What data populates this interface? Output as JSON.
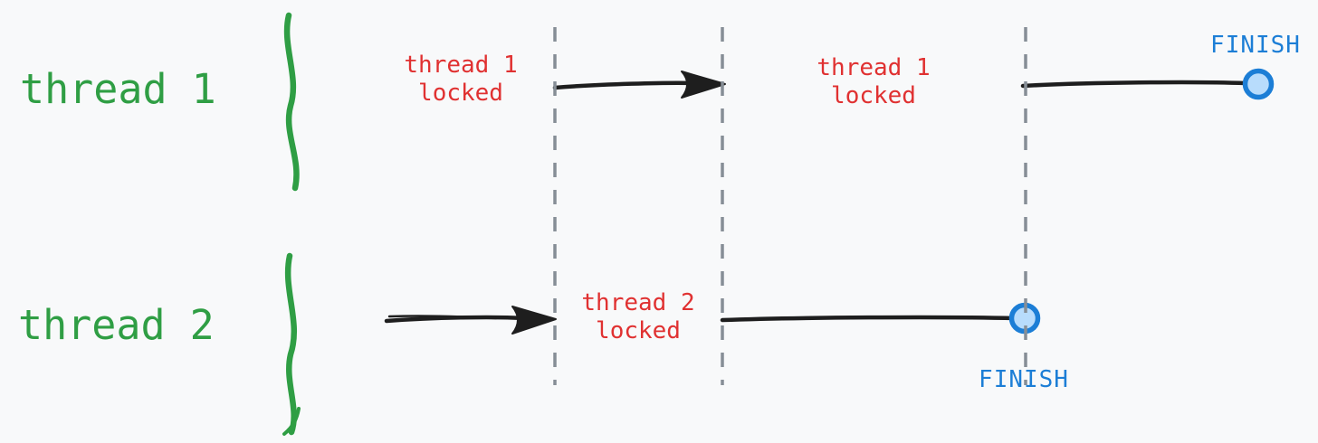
{
  "colors": {
    "background": "#f8f9fa",
    "thread_label_green": "#2f9e44",
    "locked_label_red": "#e03131",
    "finish_blue": "#1c7ed6",
    "finish_marker_fill": "#b8dcfc",
    "timeline_black": "#1e1e1e",
    "divider_gray": "#868e96"
  },
  "threads": [
    {
      "name": "thread 1",
      "locked_labels": [
        "thread 1\nlocked",
        "thread 1\nlocked"
      ],
      "finish_label": "FINISH"
    },
    {
      "name": "thread 2",
      "locked_labels": [
        "thread 2\nlocked"
      ],
      "finish_label": "FINISH"
    }
  ]
}
